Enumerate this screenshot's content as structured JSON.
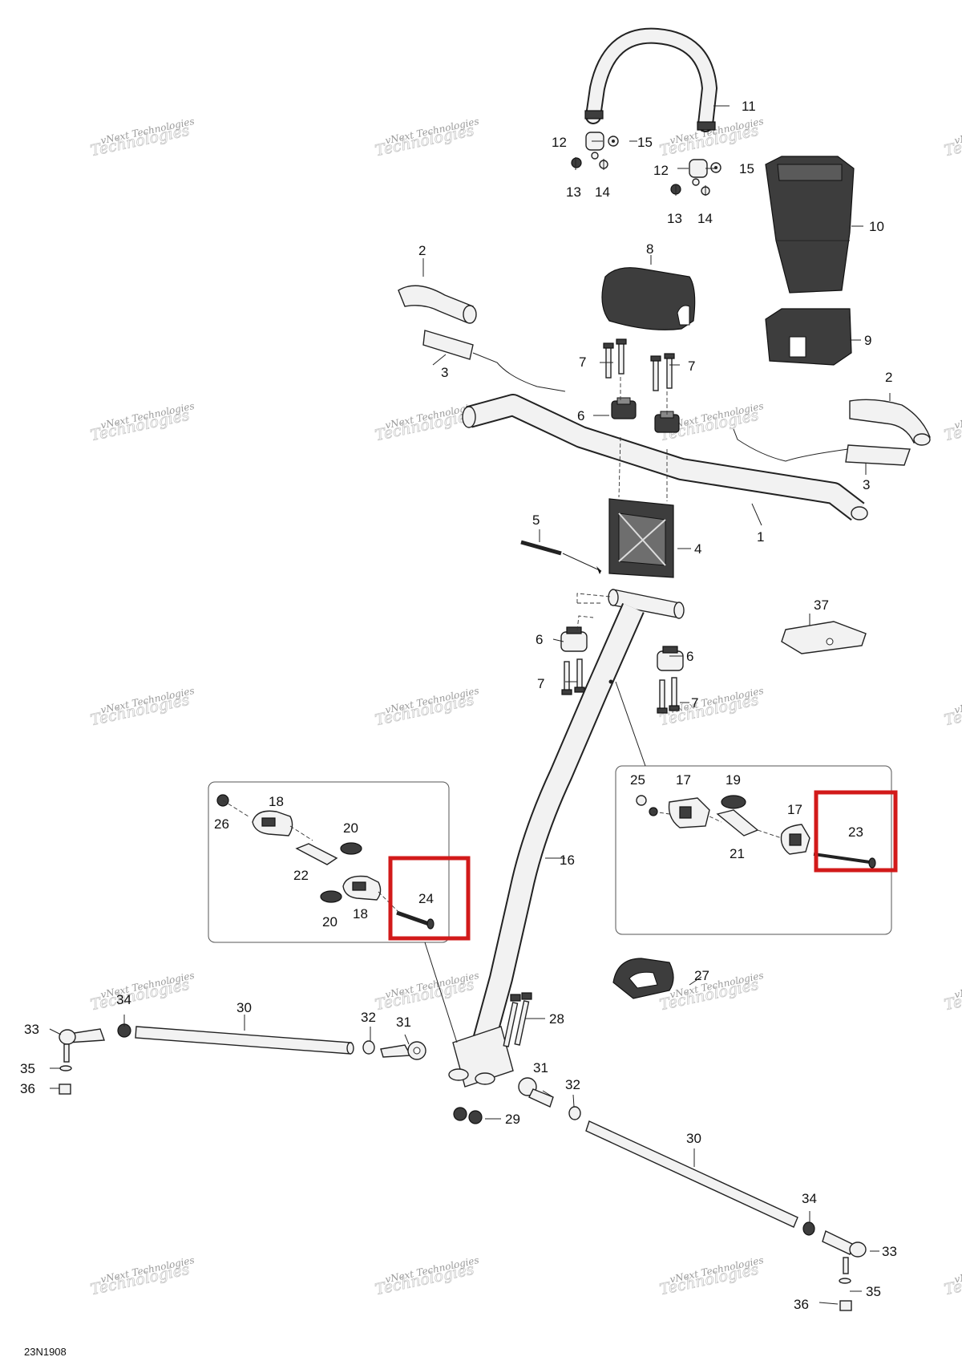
{
  "diagram_code": "23N1908",
  "watermark": {
    "line1": "vNext Technologies",
    "line2": "Technologies"
  },
  "highlight_color": "#d21a1a",
  "labels": {
    "l1": "1",
    "l2a": "2",
    "l2b": "2",
    "l3a": "3",
    "l3b": "3",
    "l4": "4",
    "l5": "5",
    "l6a": "6",
    "l6b": "6",
    "l6c": "6",
    "l7a": "7",
    "l7b": "7",
    "l7c": "7",
    "l7d": "7",
    "l8": "8",
    "l9": "9",
    "l10": "10",
    "l11": "11",
    "l12a": "12",
    "l12b": "12",
    "l13a": "13",
    "l13b": "13",
    "l14a": "14",
    "l14b": "14",
    "l15a": "15",
    "l15b": "15",
    "l16": "16",
    "l17a": "17",
    "l17b": "17",
    "l18a": "18",
    "l18b": "18",
    "l19": "19",
    "l20a": "20",
    "l20b": "20",
    "l21": "21",
    "l22": "22",
    "l23": "23",
    "l24": "24",
    "l25": "25",
    "l26": "26",
    "l27": "27",
    "l28": "28",
    "l29": "29",
    "l30a": "30",
    "l30b": "30",
    "l31a": "31",
    "l31b": "31",
    "l32a": "32",
    "l32b": "32",
    "l33a": "33",
    "l33b": "33",
    "l34a": "34",
    "l34b": "34",
    "l35a": "35",
    "l35b": "35",
    "l36a": "36",
    "l36b": "36",
    "l37": "37"
  }
}
